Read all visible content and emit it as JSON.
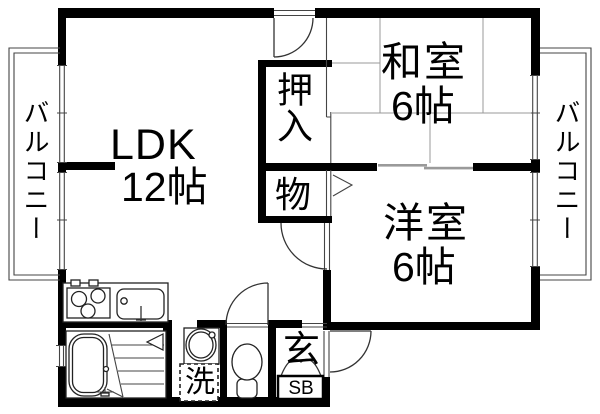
{
  "plan": {
    "type": "floor-plan",
    "rooms": {
      "ldk": {
        "name": "LDK",
        "size": "12帖"
      },
      "washitsu": {
        "name": "和室",
        "size": "6帖"
      },
      "youshitsu": {
        "name": "洋室",
        "size": "6帖"
      },
      "oshiire": {
        "name": "押入"
      },
      "storage": {
        "name": "物"
      },
      "genkan": {
        "name": "玄"
      },
      "shoe_box": {
        "name": "SB"
      },
      "laundry": {
        "name": "洗"
      },
      "balcony_left": {
        "name": "バルコニー"
      },
      "balcony_right": {
        "name": "バルコニー"
      }
    },
    "colors": {
      "wall": "#000000",
      "thin_line": "#333333",
      "tatami_line": "#999999",
      "background": "#ffffff"
    }
  }
}
